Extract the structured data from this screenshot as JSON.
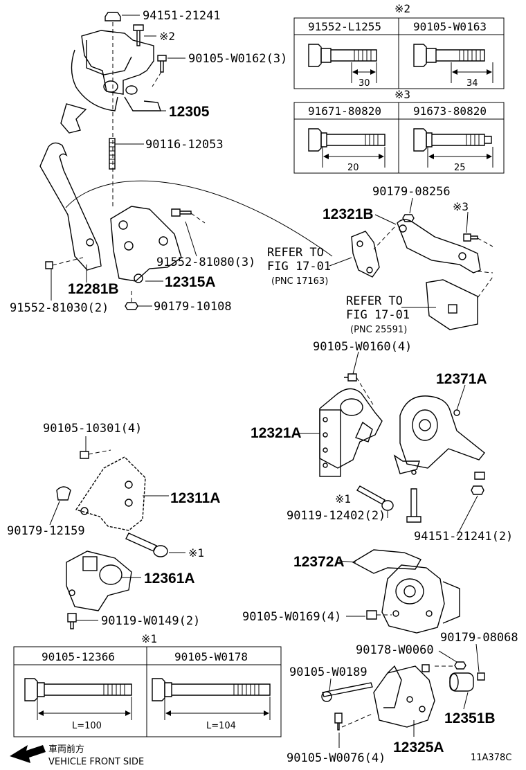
{
  "labels": {
    "p94151_21241_top": "94151-21241",
    "mark2_top": "※2",
    "p90105_W0162": "90105-W0162(3)",
    "p12305": "12305",
    "p90116_12053": "90116-12053",
    "p91552_81080": "91552-81080(3)",
    "p12281B": "12281B",
    "p12315A": "12315A",
    "p91552_81030": "91552-81030(2)",
    "p90179_10108": "90179-10108",
    "p90179_08256": "90179-08256",
    "p12321B": "12321B",
    "mark3_right": "※3",
    "refer1_line1": "REFER TO",
    "refer1_line2": "FIG 17-01",
    "refer1_line3": "(PNC 17163)",
    "refer2_line1": "REFER TO",
    "refer2_line2": "FIG 17-01",
    "refer2_line3": "(PNC 25591)",
    "p90105_W0160": "90105-W0160(4)",
    "p12371A": "12371A",
    "p12321A": "12321A",
    "p90105_10301": "90105-10301(4)",
    "p12311A": "12311A",
    "p90179_12159": "90179-12159",
    "mark1_a": "※1",
    "p90119_12402": "90119-12402(2)",
    "mark1_b": "※1",
    "p94151_21241_2": "94151-21241(2)",
    "p12361A": "12361A",
    "p12372A": "12372A",
    "p90119_W0149": "90119-W0149(2)",
    "p90105_W0169": "90105-W0169(4)",
    "p90179_08068": "90179-08068",
    "p90178_W0060": "90178-W0060",
    "p90105_W0189": "90105-W0189",
    "p12351B": "12351B",
    "p90105_W0076": "90105-W0076(4)",
    "p12325A": "12325A",
    "front_jp": "車両前方",
    "front_en": "VEHICLE FRONT SIDE",
    "fig_code": "11A378C"
  },
  "table2": {
    "mark": "※2",
    "headers": [
      "91552-L1255",
      "90105-W0163"
    ],
    "lengths": [
      "30",
      "34"
    ]
  },
  "table3": {
    "mark": "※3",
    "headers": [
      "91671-80820",
      "91673-80820"
    ],
    "lengths": [
      "20",
      "25"
    ]
  },
  "table1": {
    "mark": "※1",
    "headers": [
      "90105-12366",
      "90105-W0178"
    ],
    "lengths": [
      "L=100",
      "L=104"
    ]
  }
}
